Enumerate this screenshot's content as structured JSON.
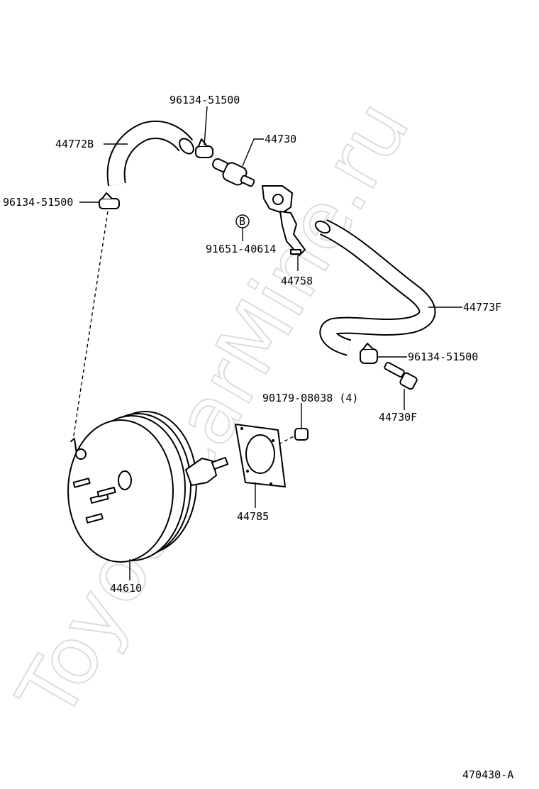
{
  "watermark": "ToyotaCarMine.ru",
  "diagram_code": "470430-A",
  "labels": {
    "clamp_top": "96134-51500",
    "hose_upper": "44772B",
    "check_valve": "44730",
    "clamp_left": "96134-51500",
    "circle_mark": "B",
    "bolt": "91651-40614",
    "bracket": "44758",
    "hose_right": "44773F",
    "clamp_right": "96134-51500",
    "fitting": "44730F",
    "nut": "90179-08038 (4)",
    "gasket": "44785",
    "booster": "44610"
  }
}
